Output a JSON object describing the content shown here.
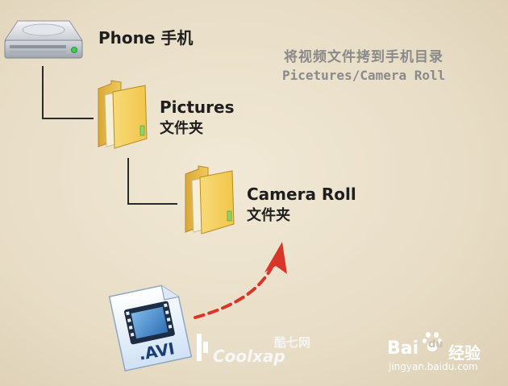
{
  "phone": {
    "label": "Phone 手机",
    "icon": "hard-drive-icon"
  },
  "pictures": {
    "label": "Pictures",
    "sub": "文件夹",
    "icon": "folder-icon"
  },
  "camera_roll": {
    "label": "Camera Roll",
    "sub": "文件夹",
    "icon": "folder-icon"
  },
  "note": {
    "line1": "将视频文件拷到手机目录",
    "line2": "Picetures/Camera Roll"
  },
  "avi_file": {
    "label": ".AVI",
    "icon": "video-file-icon"
  },
  "watermark_coolxap": {
    "cn": "酷七网",
    "en": "Coolxap"
  },
  "watermark_baidu": {
    "brand": "Bai",
    "brand2": "du",
    "cn": "经验",
    "url": "jingyan.baidu.com"
  },
  "colors": {
    "arrow": "#d9362a",
    "folder": "#f2c94f",
    "note": "#8a8a8a"
  }
}
